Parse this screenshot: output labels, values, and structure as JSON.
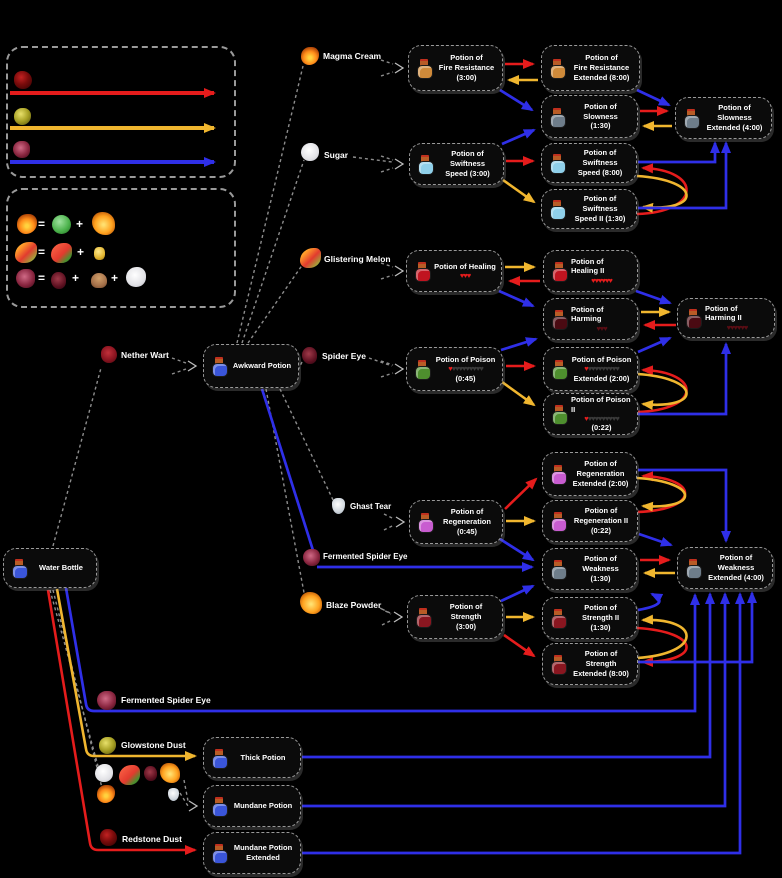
{
  "colors": {
    "background": "#000000",
    "redstone_arrow": "#e51c1c",
    "glowstone_arrow": "#f0b62f",
    "fermented_arrow": "#2f2fe8",
    "brew_line": "#999999",
    "box_bg": "#0b0b0b",
    "box_border": "#9a9a9a",
    "text": "#ffffff"
  },
  "legend": {
    "equals": "=",
    "plus": "+",
    "arrow_rows": [
      {
        "icon": "redstone-dust-icon",
        "color": "#e51c1c"
      },
      {
        "icon": "glowstone-dust-icon",
        "color": "#f0b62f"
      },
      {
        "icon": "fermented-spider-eye-icon",
        "color": "#2f2fe8"
      }
    ],
    "equations": [
      {
        "result": "magma-cream-icon",
        "parts": [
          "slime-ball-icon",
          "blaze-powder-icon"
        ]
      },
      {
        "result": "glistering-melon-icon",
        "parts": [
          "melon-slice-icon",
          "gold-nugget-icon"
        ]
      },
      {
        "result": "fermented-spider-eye-icon",
        "parts": [
          "spider-eye-icon",
          "brown-mushroom-icon",
          "sugar-icon"
        ]
      }
    ]
  },
  "ingredients": {
    "nether_wart": "Nether Wart",
    "magma_cream": "Magma Cream",
    "sugar": "Sugar",
    "glistering_melon": "Glistering Melon",
    "spider_eye": "Spider Eye",
    "ghast_tear": "Ghast Tear",
    "fermented_spider_eye": "Fermented Spider Eye",
    "blaze_powder": "Blaze Powder",
    "fermented_spider_eye_2": "Fermented Spider Eye",
    "glowstone_dust": "Glowstone Dust",
    "redstone_dust": "Redstone Dust"
  },
  "nodes": {
    "water_bottle": {
      "label": "Water Bottle",
      "color": "#3a55d9"
    },
    "awkward": {
      "label": "Awkward Potion",
      "color": "#3a55d9"
    },
    "thick": {
      "label": "Thick Potion",
      "color": "#3a55d9"
    },
    "mundane": {
      "label": "Mundane Potion",
      "color": "#3a55d9"
    },
    "mundane_ext": {
      "label": "Mundane Potion\nExtended",
      "color": "#3a55d9"
    },
    "fire_res": {
      "label": "Potion of\nFire Resistance\n(3:00)",
      "color": "#cf8a3a"
    },
    "fire_res_ext": {
      "label": "Potion of\nFire Resistance\nExtended (8:00)",
      "color": "#cf8a3a"
    },
    "slowness": {
      "label": "Potion of Slowness\n(1:30)",
      "color": "#6e7d8a"
    },
    "slowness_ext": {
      "label": "Potion of Slowness\nExtended (4:00)",
      "color": "#6e7d8a"
    },
    "swiftness": {
      "label": "Potion of Swiftness\nSpeed (3:00)",
      "color": "#8fd0ea"
    },
    "swiftness_ext": {
      "label": "Potion of Swiftness\nSpeed (8:00)",
      "color": "#8fd0ea"
    },
    "swiftness2": {
      "label": "Potion of Swiftness\nSpeed II (1:30)",
      "color": "#8fd0ea"
    },
    "healing": {
      "title": "Potion of Healing",
      "hearts": "♥♥♥",
      "hearts_color": "#e51c1c",
      "color": "#c01420"
    },
    "healing2": {
      "title": "Potion of Healing II",
      "hearts": "♥♥♥♥♥♥",
      "hearts_color": "#e51c1c",
      "color": "#c01420"
    },
    "harming": {
      "title": "Potion of Harming",
      "hearts": "♥♥♥",
      "hearts_color": "#5a0d14",
      "color": "#4a0a12"
    },
    "harming2": {
      "title": "Potion of Harming II",
      "hearts": "♥♥♥♥♥♥",
      "hearts_color": "#5a0d14",
      "color": "#4a0a12"
    },
    "poison": {
      "title": "Potion of Poison",
      "heart_red": "♥",
      "heart_red_color": "#e51c1c",
      "hearts": "♥♥♥♥♥♥♥♥♥",
      "hearts_color": "#3a3a3a",
      "time": "(0:45)",
      "color": "#4e8f2e"
    },
    "poison_ext": {
      "title": "Potion of Poison",
      "heart_red": "♥",
      "heart_red_color": "#e51c1c",
      "hearts": "♥♥♥♥♥♥♥♥♥",
      "hearts_color": "#3a3a3a",
      "time": "Extended (2:00)",
      "color": "#4e8f2e"
    },
    "poison2": {
      "title": "Potion of Poison II",
      "heart_red": "♥",
      "heart_red_color": "#e51c1c",
      "hearts": "♥♥♥♥♥♥♥♥♥",
      "hearts_color": "#3a3a3a",
      "time": "(0:22)",
      "color": "#4e8f2e"
    },
    "regen": {
      "label": "Potion of\nRegeneration\n(0:45)",
      "color": "#c85cd0"
    },
    "regen_ext": {
      "label": "Potion of\nRegeneration\nExtended (2:00)",
      "color": "#c85cd0"
    },
    "regen2": {
      "label": "Potion of\nRegeneration II\n(0:22)",
      "color": "#c85cd0"
    },
    "weakness": {
      "label": "Potion of Weakness\n(1:30)",
      "color": "#6e7d8a"
    },
    "weakness_ext": {
      "label": "Potion of Weakness\nExtended (4:00)",
      "color": "#6e7d8a"
    },
    "strength": {
      "label": "Potion of Strength\n(3:00)",
      "color": "#8a1620"
    },
    "strength2": {
      "label": "Potion of Strength II\n(1:30)",
      "color": "#8a1620"
    },
    "strength_ext": {
      "label": "Potion of Strength\nExtended (8:00)",
      "color": "#8a1620"
    }
  }
}
